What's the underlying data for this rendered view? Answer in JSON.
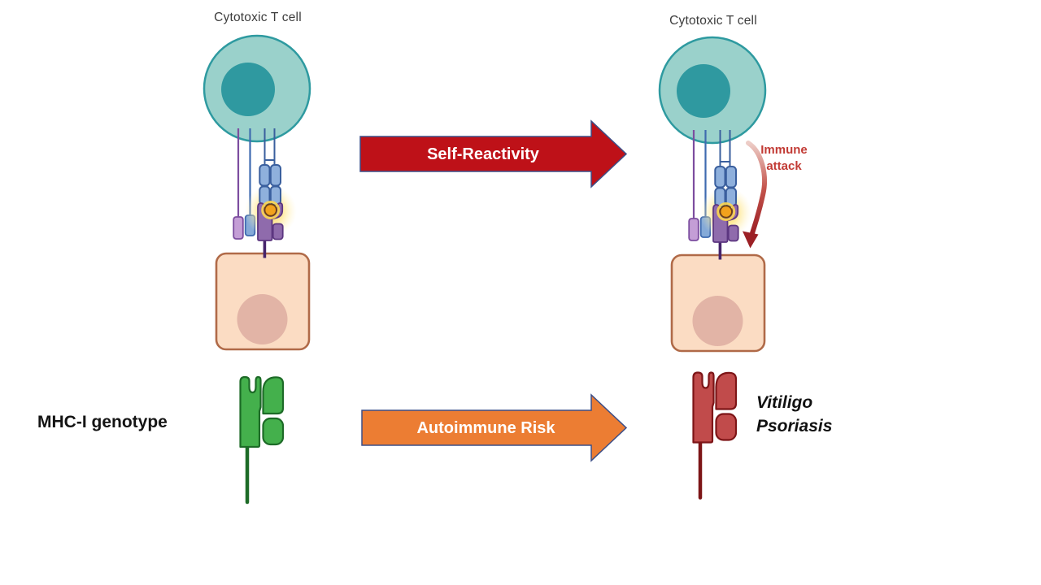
{
  "diagram": {
    "left_cell_label": "Cytotoxic T cell",
    "right_cell_label": "Cytotoxic T cell",
    "immune_attack_label": "Immune attack",
    "mhc_label": "MHC-I genotype",
    "disease_1": "Vitiligo",
    "disease_2": "Psoriasis",
    "arrow_top_label": "Self-Reactivity",
    "arrow_bottom_label": "Autoimmune Risk"
  },
  "colors": {
    "tcell_body": "#9AD1CB",
    "tcell_border": "#2E9AA0",
    "tcell_nucleus": "#2F99A0",
    "target_cell_body": "#FBDCC3",
    "target_cell_border": "#B06A48",
    "target_cell_nucleus": "#E2B4A6",
    "tcr_chain": "#8FB0DC",
    "tcr_chain_border": "#3A5F9E",
    "coreceptor_purple": "#C49ED6",
    "coreceptor_purple_border": "#7C4D9F",
    "coreceptor_blue": "#85AAD8",
    "coreceptor_blue_border": "#3F6BB0",
    "mhc_purple": "#8F6BAC",
    "mhc_purple_border": "#5C3680",
    "mhc_purple_stem": "#46246B",
    "antigen_orange": "#F2A21D",
    "arrow_top_fill": "#BE1118",
    "arrow_bottom_fill": "#EC7D33",
    "arrow_border": "#3C4E87",
    "immune_attack_text": "#C23B35",
    "immune_attack_arrow": "#9C2025",
    "mhc_green": "#44B04C",
    "mhc_green_border": "#1D6B27",
    "mhc_red": "#C14B4B",
    "mhc_red_border": "#7D1517",
    "label_gray": "#3C3C3C"
  }
}
